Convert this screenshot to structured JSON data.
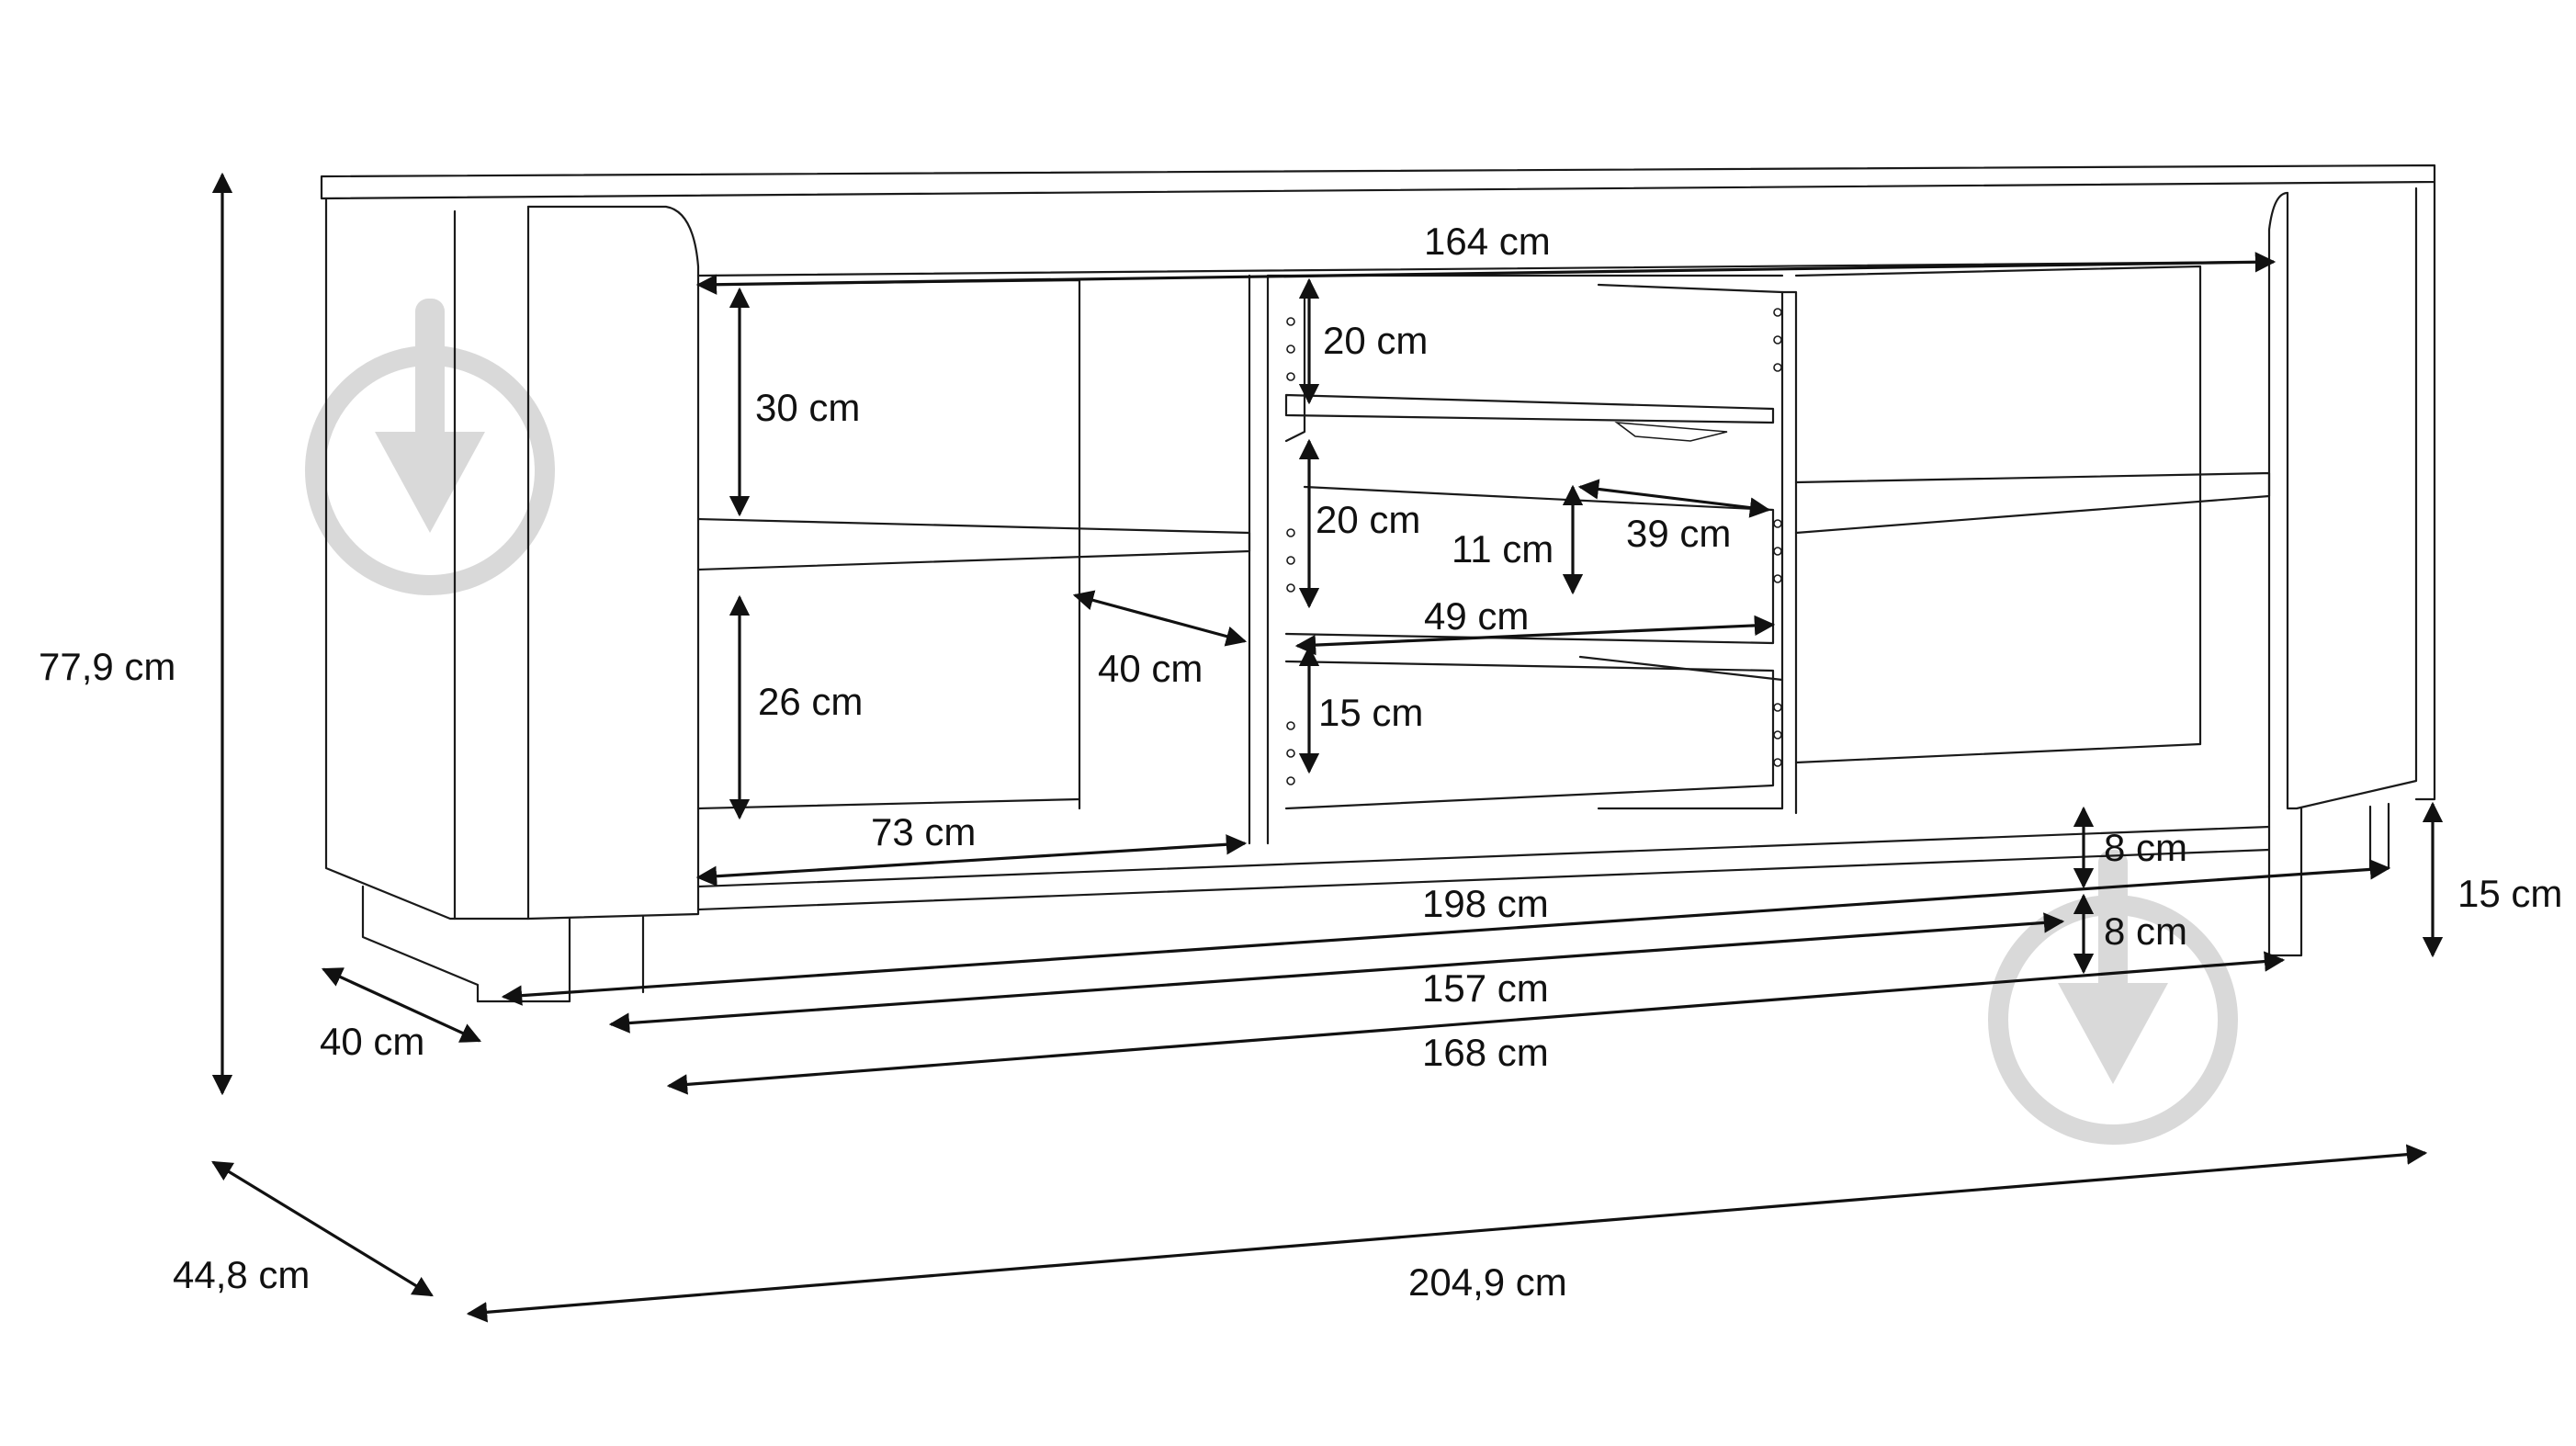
{
  "diagram": {
    "labels": {
      "total_width": "204,9 cm",
      "total_depth": "44,8 cm",
      "total_height": "77,9 cm",
      "inner_width": "164 cm",
      "top_shelf_height": "30 cm",
      "bottom_shelf_height": "26 cm",
      "shelf_depth": "40 cm",
      "shelf_width": "73 cm",
      "drawer_top_height": "20 cm",
      "drawer_mid_height": "20 cm",
      "drawer_bottom_height": "15 cm",
      "drawer_inner_height": "11 cm",
      "drawer_depth": "39 cm",
      "drawer_width": "49 cm",
      "plinth_height_a": "8 cm",
      "plinth_height_b": "8 cm",
      "leg_height": "15 cm",
      "base_width_198": "198 cm",
      "base_width_157": "157 cm",
      "base_width_168": "168 cm",
      "base_depth": "40 cm"
    },
    "colors": {
      "line": "#1a1a1a",
      "watermark": "#d9d9d9",
      "background": "#ffffff"
    },
    "icons": [
      "download-watermark-icon",
      "download-watermark-icon"
    ]
  }
}
